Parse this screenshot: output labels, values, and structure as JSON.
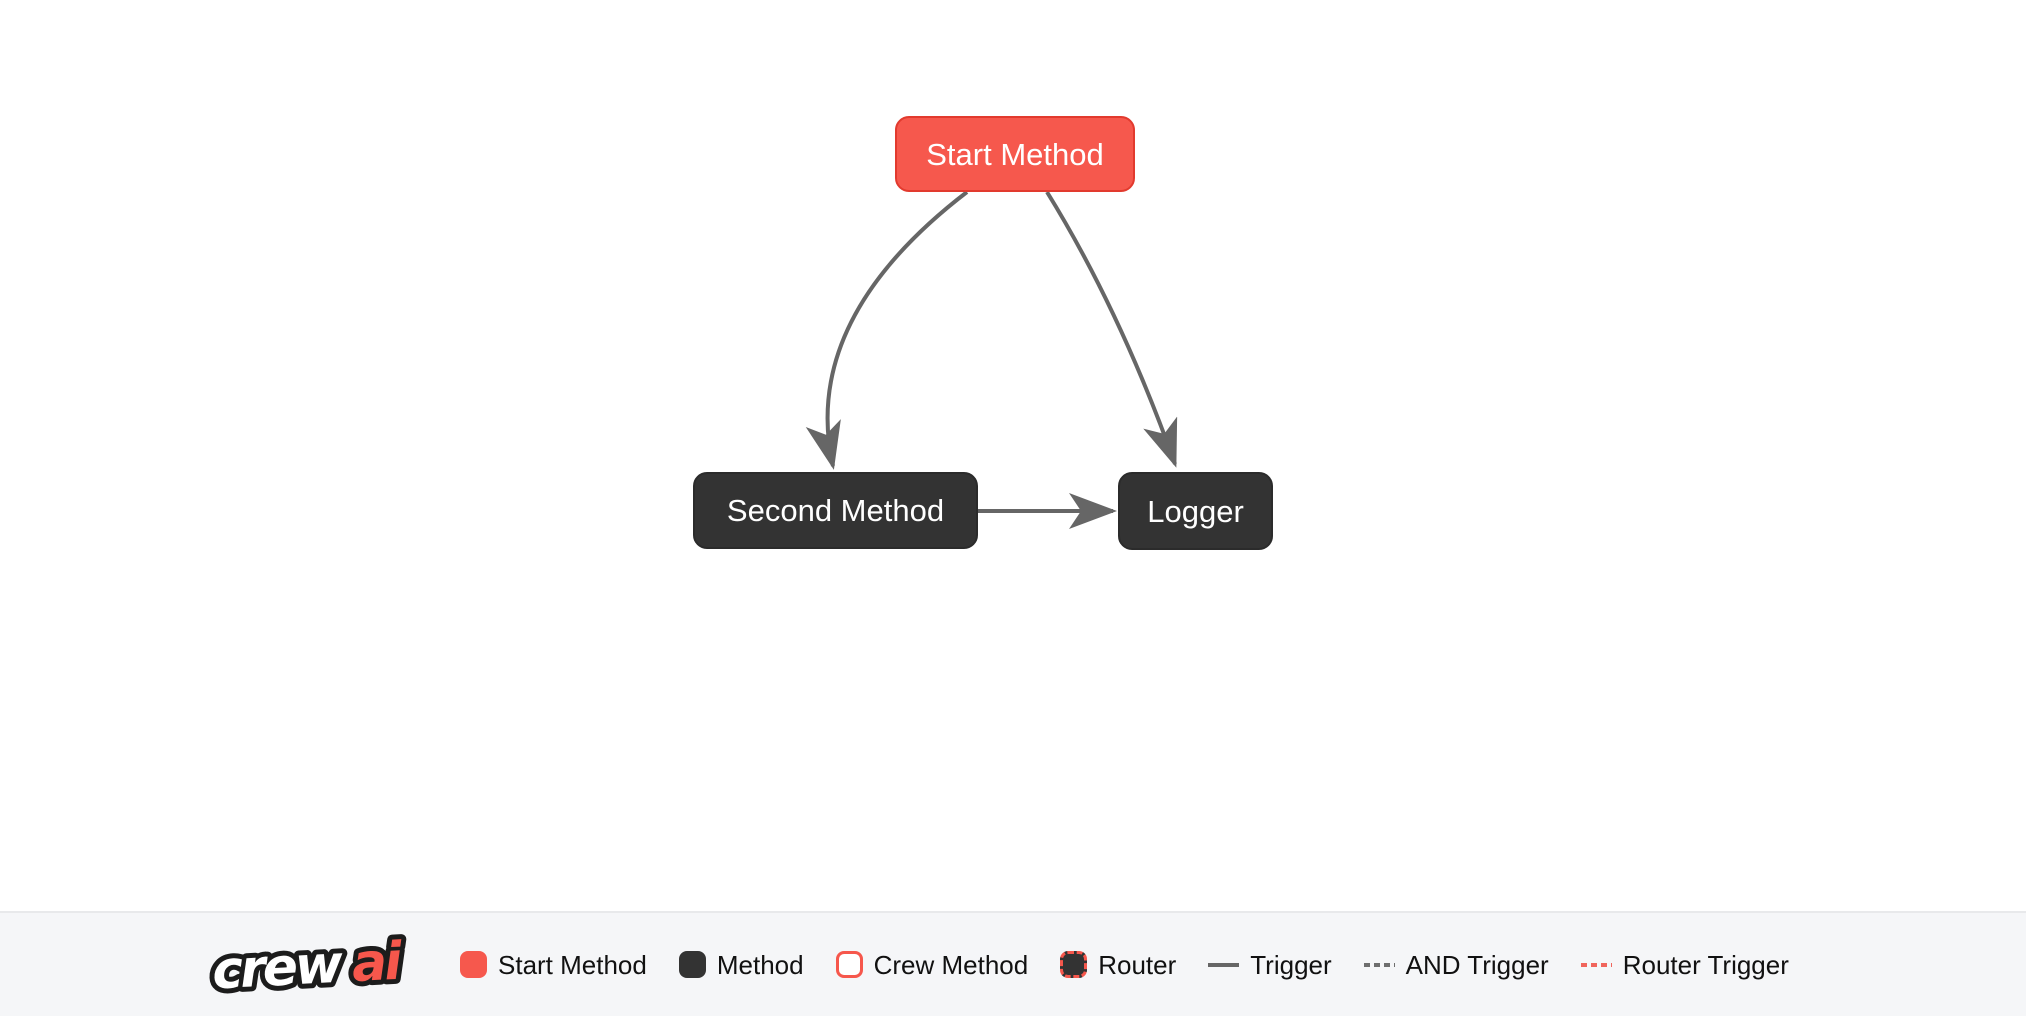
{
  "colors": {
    "canvas_bg": "#ffffff",
    "start_node_fill": "#f6584d",
    "start_node_border": "#e23a2e",
    "method_node_fill": "#333333",
    "method_node_border": "#2b2b2b",
    "node_text": "#ffffff",
    "edge": "#666666",
    "legend_bar_bg": "#f5f6f8",
    "legend_bar_border": "#e8e9eb",
    "legend_text": "#111111",
    "brand_red": "#f6574c",
    "brand_white": "#ffffff",
    "brand_outline": "#1c1c1c"
  },
  "brand": {
    "crew": "crew",
    "ai": "ai"
  },
  "diagram": {
    "nodes": [
      {
        "id": "start",
        "label": "Start Method",
        "type": "start-method"
      },
      {
        "id": "second",
        "label": "Second Method",
        "type": "method"
      },
      {
        "id": "logger",
        "label": "Logger",
        "type": "method"
      }
    ],
    "edges": [
      {
        "from": "start",
        "to": "second",
        "type": "trigger"
      },
      {
        "from": "start",
        "to": "logger",
        "type": "trigger"
      },
      {
        "from": "second",
        "to": "logger",
        "type": "trigger"
      }
    ]
  },
  "legend": {
    "items": [
      {
        "label": "Start Method",
        "marker": "start-box"
      },
      {
        "label": "Method",
        "marker": "method-box"
      },
      {
        "label": "Crew Method",
        "marker": "crew-box"
      },
      {
        "label": "Router",
        "marker": "router-box"
      },
      {
        "label": "Trigger",
        "marker": "line-solid"
      },
      {
        "label": "AND Trigger",
        "marker": "line-dashed-gray"
      },
      {
        "label": "Router Trigger",
        "marker": "line-dashed-red"
      }
    ]
  }
}
